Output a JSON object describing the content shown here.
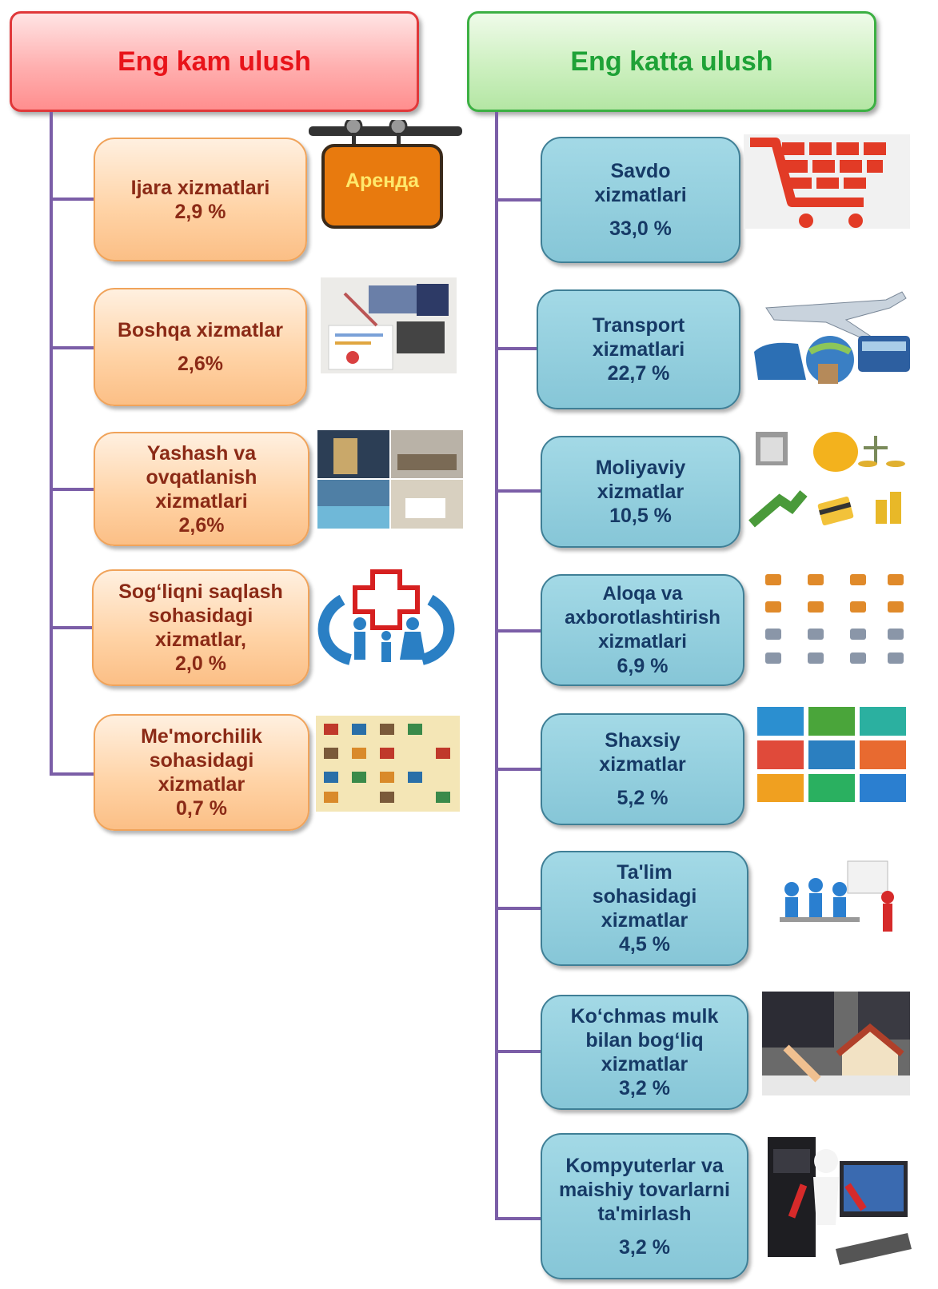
{
  "left_header": {
    "title": "Eng kam ulush",
    "color": "#e8141a"
  },
  "right_header": {
    "title": "Eng katta ulush",
    "color": "#1fa237"
  },
  "left_items": [
    {
      "name": "Ijara xizmatlari",
      "value": "2,9 %"
    },
    {
      "name": "Boshqa xizmatlar",
      "value": "2,6%"
    },
    {
      "name": "Yashash va ovqatlanish xizmatlari",
      "value": "2,6%"
    },
    {
      "name": "Sog‘liqni saqlash sohasidagi xizmatlar,",
      "value": "2,0 %"
    },
    {
      "name": "Me'morchilik sohasidagi xizmatlar",
      "value": "0,7 %"
    }
  ],
  "right_items": [
    {
      "name": "Savdo xizmatlari",
      "value": "33,0 %"
    },
    {
      "name": "Transport xizmatlari",
      "value": "22,7 %"
    },
    {
      "name": "Moliyaviy xizmatlar",
      "value": "10,5 %"
    },
    {
      "name": "Aloqa va axborotlashtirish xizmatlari",
      "value": "6,9 %"
    },
    {
      "name": "Shaxsiy xizmatlar",
      "value": "5,2 %"
    },
    {
      "name": "Ta'lim sohasidagi xizmatlar",
      "value": "4,5 %"
    },
    {
      "name": "Ko‘chmas mulk bilan bog‘liq xizmatlar",
      "value": "3,2 %"
    },
    {
      "name": "Kompyuterlar va maishiy tovarlarni ta'mirlash",
      "value": "3,2 %"
    }
  ],
  "images": {
    "rent_sign_text": "Аренда",
    "icons": [
      "rent-sign-icon",
      "office-documents-icon",
      "hotel-photos-icon",
      "healthcare-family-icon",
      "architecture-icons",
      "shopping-cart-icon",
      "transport-icon",
      "finance-icons",
      "communication-icons",
      "personal-services-icons",
      "education-icon",
      "real-estate-icon",
      "computer-repair-icon"
    ]
  },
  "colors": {
    "connector": "#7b5ea7",
    "left_text": "#8b2a16",
    "right_text": "#163a66"
  }
}
